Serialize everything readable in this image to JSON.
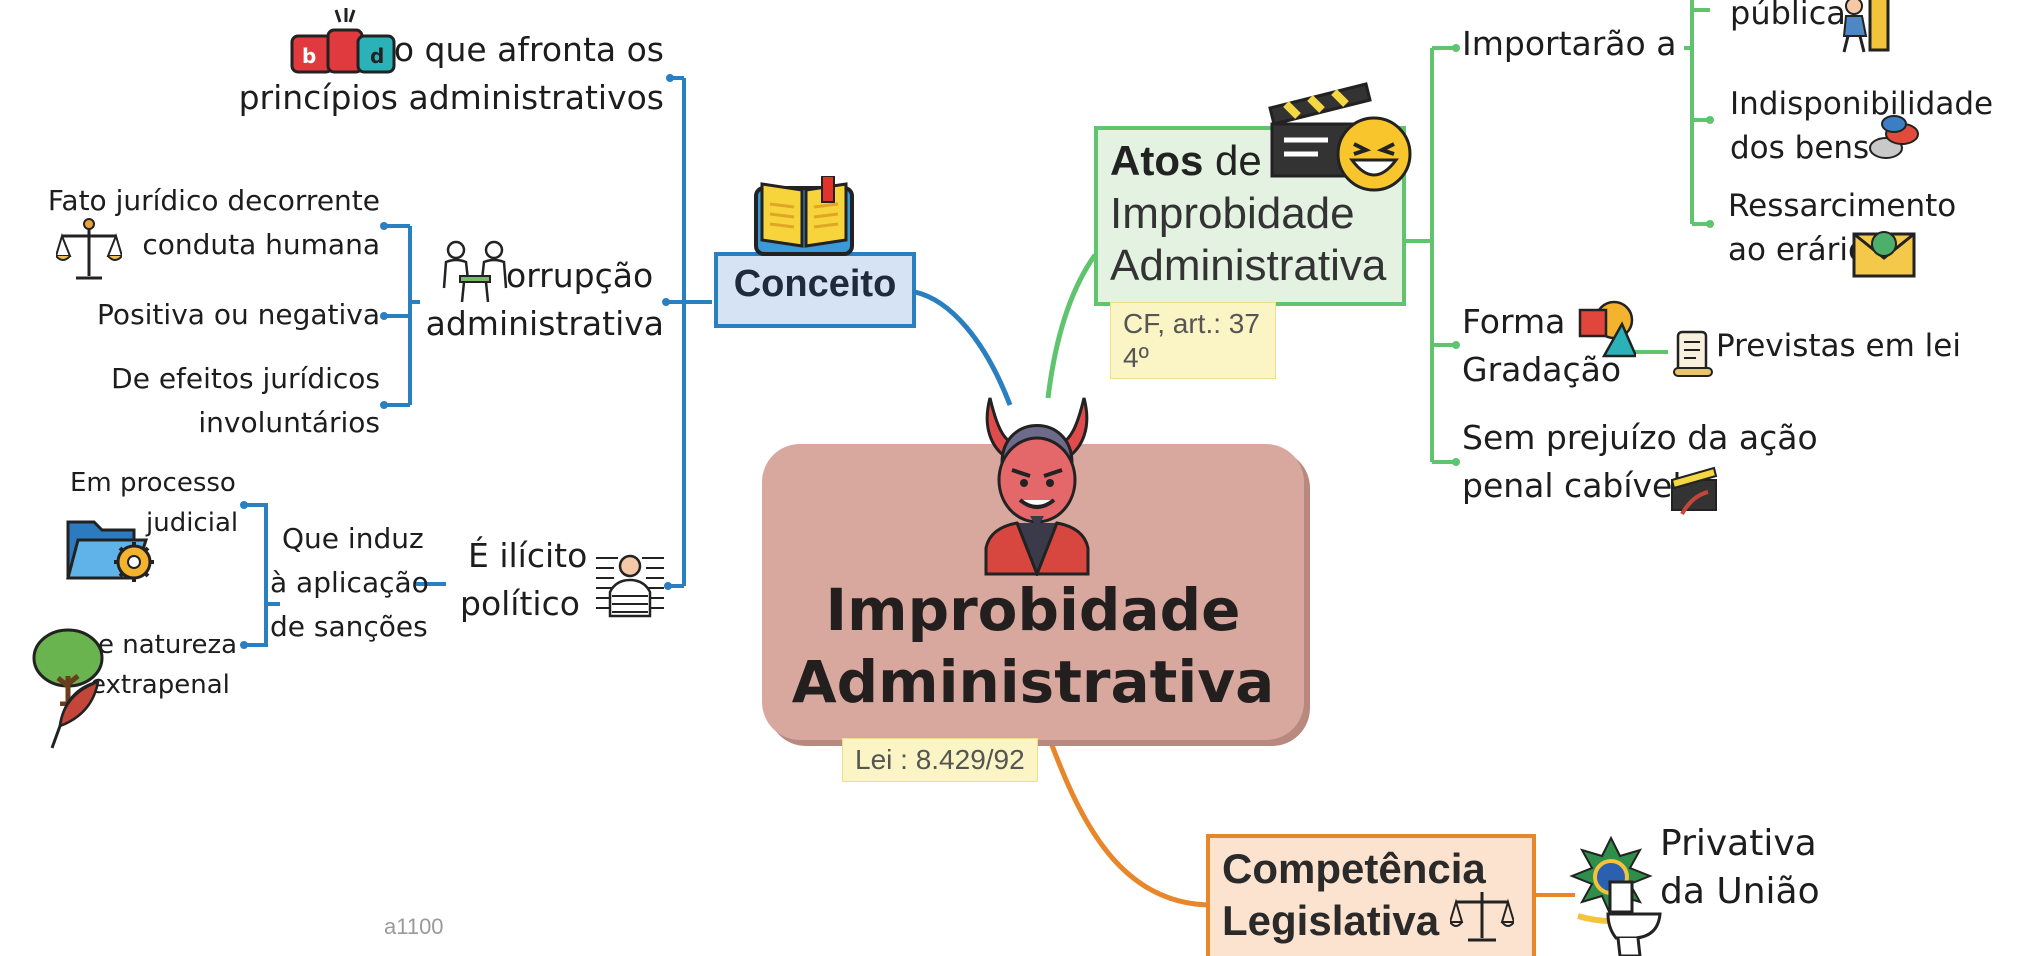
{
  "central": {
    "line1": "Improbidade",
    "line2": "Administrativa",
    "note": "Lei : 8.429/92"
  },
  "conceito": {
    "title": "Conceito",
    "items": {
      "ato_line1": "o que afronta os",
      "ato_line2": "princípios administrativos",
      "corrupcao_line1": "orrupção",
      "corrupcao_line2": "administrativa",
      "fato_line1": "Fato jurídico decorrente",
      "fato_line2": "conduta humana",
      "positiva": "Positiva ou negativa",
      "efeitos_line1": "De efeitos jurídicos",
      "efeitos_line2": "involuntários",
      "ilicito_line1": "É ilícito",
      "ilicito_line2": "político",
      "induz_line1": "Que induz",
      "induz_line2": "à aplicação",
      "induz_line3": "de sanções",
      "processo_line1": "Em processo",
      "processo_line2": "judicial",
      "natureza_line1": "e natureza",
      "natureza_line2": "extrapenal"
    }
  },
  "atos": {
    "title_bold": "Atos",
    "title_rest": " de",
    "title_line2": "Improbidade",
    "title_line3": "Administrativa",
    "note_line1": "CF, art.: 37",
    "note_line2": "4º",
    "importarao": "Importarão a",
    "publica": "pública",
    "indisp_line1": "Indisponibilidade",
    "indisp_line2": "dos bens",
    "ressarc_line1": "Ressarcimento",
    "ressarc_line2": "ao erário",
    "forma_line1": "Forma",
    "forma_line2": "Gradação",
    "previstas": "Previstas em lei",
    "sem_line1": "Sem prejuízo da ação",
    "sem_line2": "penal cabível"
  },
  "competencia": {
    "title_line1": "Competência",
    "title_line2": "Legislativa",
    "item_line1": "Privativa",
    "item_line2": "da União"
  },
  "watermark": "a1100",
  "colors": {
    "blue": "#2a7fc1",
    "green": "#5fc46d",
    "orange": "#e8862a",
    "central_fill": "#d8a89e",
    "conceito_fill": "#d6e3f5",
    "atos_fill": "#e3f2e1",
    "comp_fill": "#fce3cf"
  },
  "icons": [
    "ato-icon",
    "book-icon",
    "meeting-icon",
    "scales-icon",
    "folder-gear-icon",
    "tree-icon",
    "feather-icon",
    "prisoner-icon",
    "devil-icon",
    "clapperboard-icon",
    "laughing-emoji-icon",
    "shapes-icon",
    "scroll-icon",
    "coins-icon",
    "envelope-icon",
    "door-person-icon",
    "coat-of-arms-icon",
    "toilet-icon",
    "balance-icon"
  ]
}
